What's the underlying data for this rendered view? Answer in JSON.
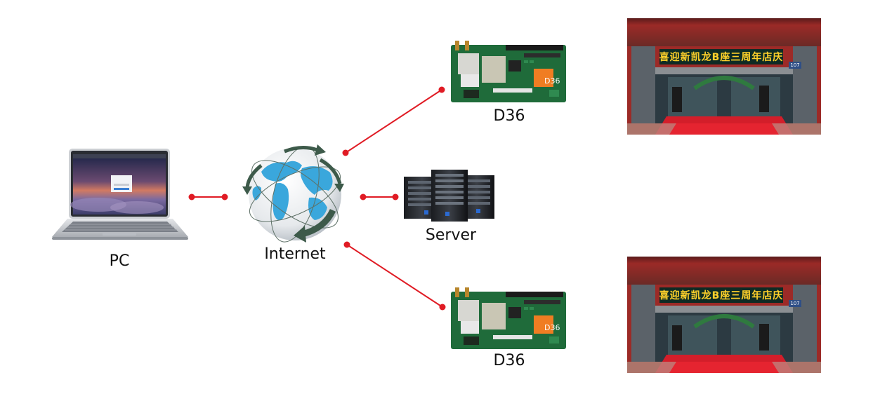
{
  "nodes": {
    "pc": {
      "label": "PC",
      "icon": "laptop-icon"
    },
    "internet": {
      "label": "Internet",
      "icon": "globe-icon"
    },
    "server": {
      "label": "Server",
      "icon": "server-icon"
    },
    "d36_top": {
      "label": "D36",
      "icon": "controller-board-icon",
      "chip_text": "D36"
    },
    "d36_bottom": {
      "label": "D36",
      "icon": "controller-board-icon",
      "chip_text": "D36"
    }
  },
  "displays": {
    "top": {
      "sign_text": "喜迎新凯龙B座三周年店庆",
      "plate_text": "107"
    },
    "bottom": {
      "sign_text": "喜迎新凯龙B座三周年店庆",
      "plate_text": "107"
    }
  },
  "colors": {
    "connector": "#e01b24",
    "globe_land": "#3aa7dc",
    "arrow": "#3d5a4a",
    "board": "#1f6b3a",
    "chip": "#f07d22"
  }
}
